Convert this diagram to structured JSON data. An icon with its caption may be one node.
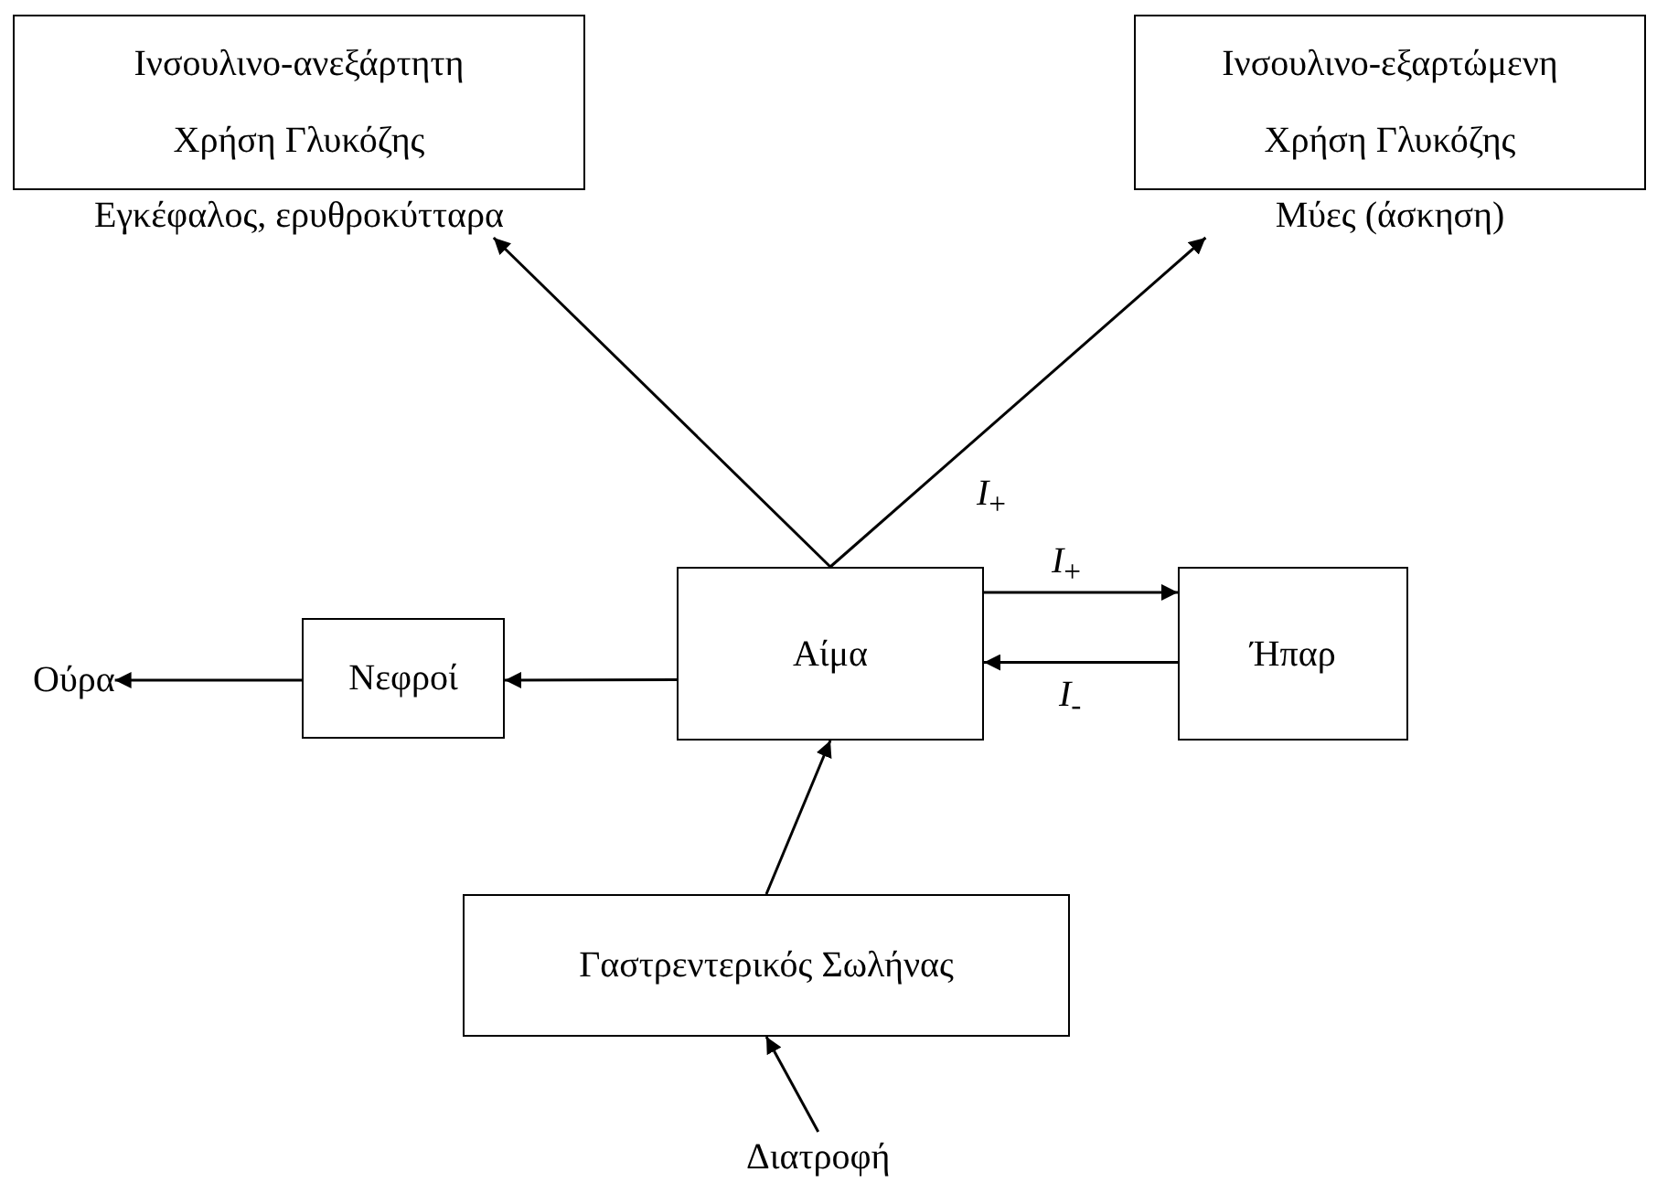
{
  "diagram": {
    "nodes": [
      {
        "text": [
          "Ινσουλινο-ανεξάρτητη",
          "Χρήση Γλυκόζης"
        ],
        "beside": [
          "Εγκέφαλος, ερυθροκύτταρα"
        ]
      },
      {
        "text": [
          "Ινσουλινο-εξαρτώμενη",
          "Χρήση Γλυκόζης"
        ],
        "beside": [
          "Μύες (άσκηση)"
        ]
      },
      {
        "text": [
          "Ούρα"
        ]
      },
      {
        "text": [
          "Νεφροί"
        ]
      },
      {
        "text": [
          "Αίμα"
        ]
      },
      {
        "text": [
          "Ήπαρ"
        ]
      },
      {
        "text": [
          "Γαστρεντερικός Σωλήνας"
        ]
      },
      {
        "text": [
          "Διατροφή"
        ]
      }
    ],
    "edges": [
      {
        "from": 4,
        "to": 0,
        "arrow": "to"
      },
      {
        "from": 4,
        "to": 1,
        "arrow": "to",
        "label": "*I*$_{+}$"
      },
      {
        "from": 4,
        "to": 5,
        "arrow": "to",
        "label": "*I*$_{+}$"
      },
      {
        "from": 5,
        "to": 4,
        "arrow": "to",
        "label": "*I*$_{-}$"
      },
      {
        "from": 4,
        "to": 3,
        "arrow": "to"
      },
      {
        "from": 3,
        "to": 2,
        "arrow": "to"
      },
      {
        "from": 6,
        "to": 4,
        "arrow": "to"
      },
      {
        "from": 7,
        "to": 6,
        "arrow": "to"
      }
    ]
  }
}
